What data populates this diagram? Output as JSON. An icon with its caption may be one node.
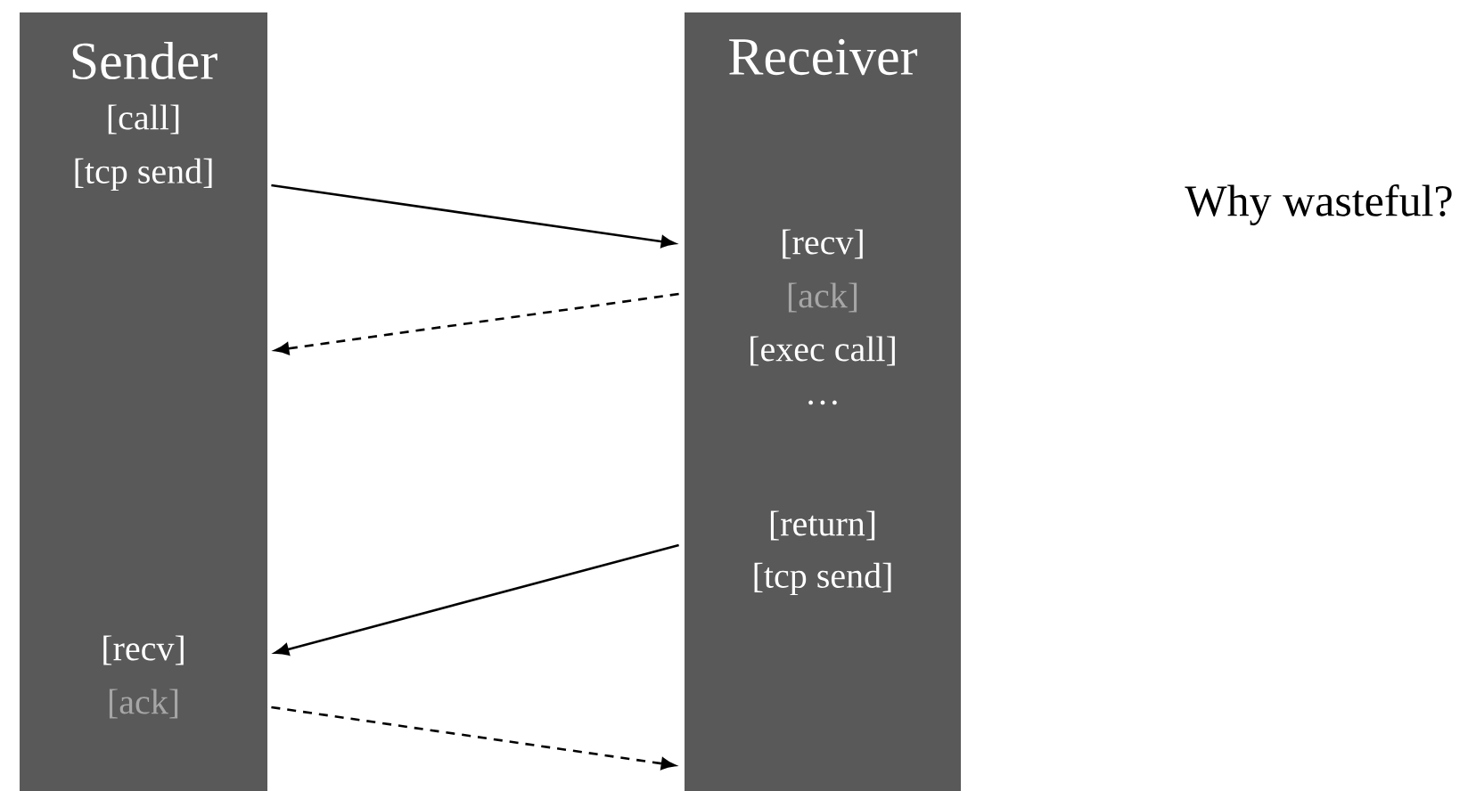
{
  "diagram": {
    "nodes": [
      {
        "text": [
          "Sender",
          "[call]",
          "[tcp send]",
          "[recv]",
          "[ack]"
        ]
      },
      {
        "text": [
          "Receiver",
          "[recv]",
          "[ack]",
          "[exec call]",
          "…",
          "[return]",
          "[tcp send]"
        ]
      }
    ],
    "edges": [
      {
        "from": 0,
        "to": 1,
        "arrow": "to"
      },
      {
        "from": 1,
        "to": 0,
        "arrow": "to",
        "style": "dashed"
      },
      {
        "from": 1,
        "to": 0,
        "arrow": "to"
      },
      {
        "from": 0,
        "to": 1,
        "arrow": "to",
        "style": "dashed"
      }
    ],
    "labels": [
      "Why wasteful?"
    ]
  }
}
